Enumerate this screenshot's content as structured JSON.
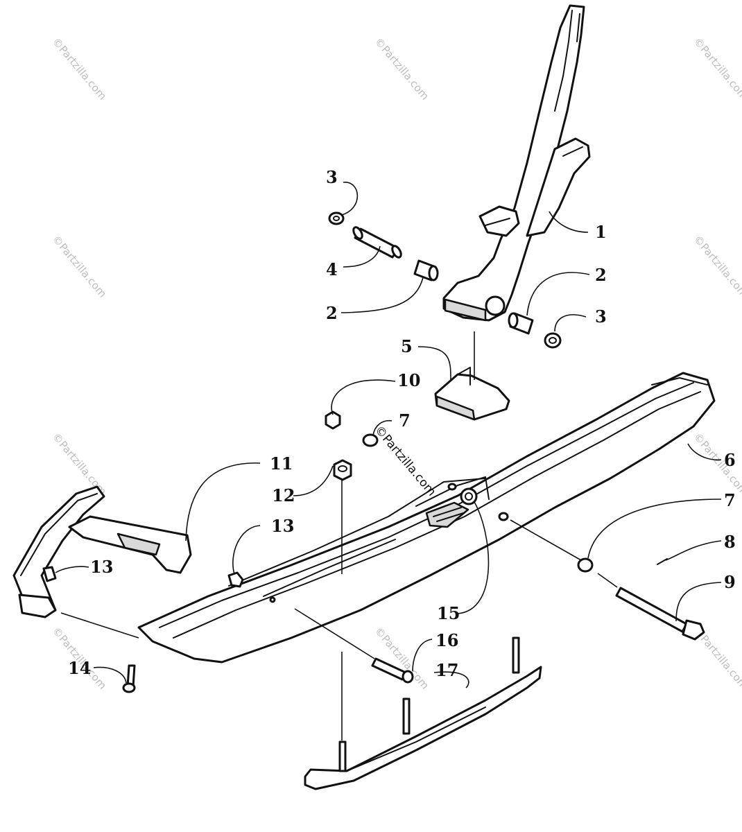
{
  "watermark": {
    "text": "©Partzilla.com",
    "center_text": "©Partzilla.com"
  },
  "callouts": {
    "c1": "1",
    "c2a": "2",
    "c2b": "2",
    "c3a": "3",
    "c3b": "3",
    "c4": "4",
    "c5": "5",
    "c6": "6",
    "c7a": "7",
    "c7b": "7",
    "c8": "8",
    "c9": "9",
    "c10": "10",
    "c11": "11",
    "c12": "12",
    "c13a": "13",
    "c13b": "13",
    "c14": "14",
    "c15": "15",
    "c16": "16",
    "c17": "17"
  }
}
